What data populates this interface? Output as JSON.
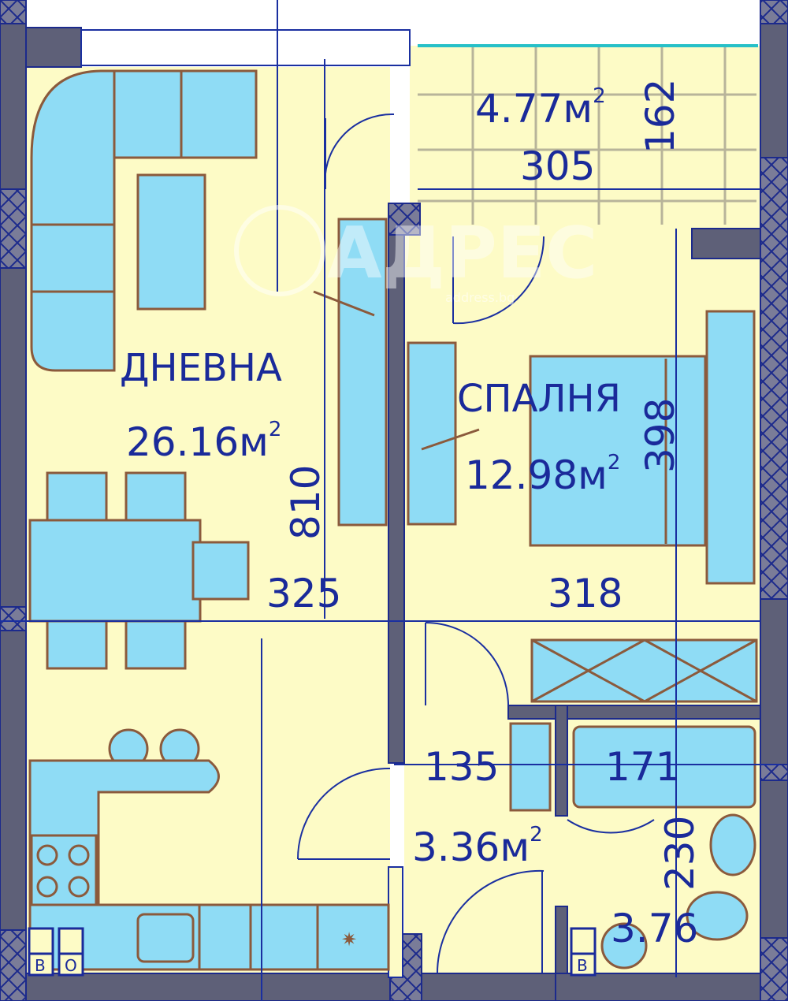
{
  "rooms": {
    "living": {
      "name": "ДНЕВНА",
      "area": "26.16",
      "unit": "м",
      "exp": "2"
    },
    "bedroom": {
      "name": "СПАЛНЯ",
      "area": "12.98",
      "unit": "м",
      "exp": "2"
    },
    "balcony": {
      "area": "4.77",
      "unit": "м",
      "exp": "2"
    },
    "hall": {
      "area": "3.36",
      "unit": "м",
      "exp": "2"
    },
    "bathroom": {
      "area": "3.76"
    }
  },
  "dimensions": {
    "balcony_width": "305",
    "balcony_depth": "162",
    "living_depth": "810",
    "living_width": "325",
    "bedroom_width": "318",
    "bedroom_depth": "398",
    "hall_width": "135",
    "bath_width": "171",
    "bath_depth": "230"
  },
  "switches": {
    "kitchen_left": "В",
    "kitchen_right": "О",
    "bathroom": "В"
  },
  "watermark": {
    "text": "АДРЕС",
    "sub": "address.bg"
  },
  "colors": {
    "floor": "#fdfbc6",
    "furniture": "#8fdcf5",
    "wall": "#5e6078",
    "lines": "#1a2fa0"
  }
}
